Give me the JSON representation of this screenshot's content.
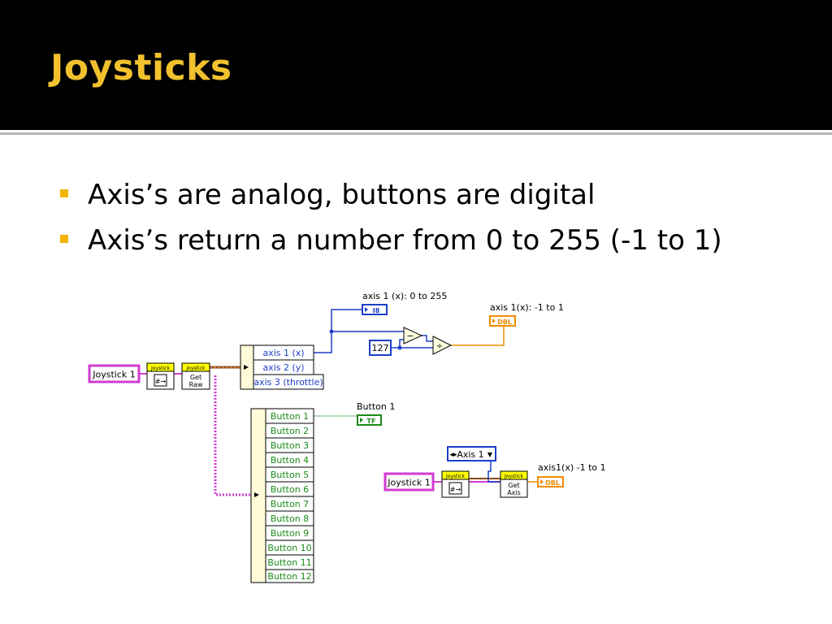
{
  "title": "Joysticks",
  "bullets": [
    "Axis’s are analog, buttons are digital",
    "Axis’s return a number from 0 to 255 (-1 to 1)"
  ],
  "diagram": {
    "joystick_const": "Joystick 1",
    "joystick_type_label": "Joystick",
    "icon_glyph": "#→",
    "get_raw_label": "Get Raw",
    "get_raw_line1": "Get",
    "get_raw_line2": "Raw",
    "axes": [
      "axis 1 (x)",
      "axis 2 (y)",
      "axis 3 (throttle)"
    ],
    "buttons": [
      "Button 1",
      "Button 2",
      "Button 3",
      "Button 4",
      "Button 5",
      "Button 6",
      "Button 7",
      "Button 8",
      "Button 9",
      "Button 10",
      "Button 11",
      "Button 12"
    ],
    "raw_axis_label": "axis 1 (x):  0 to 255",
    "i8_label": "I8",
    "const_127": "127",
    "subtract_symbol": "−",
    "divide_symbol": "÷",
    "scaled_axis_label": "axis 1(x):  -1 to 1",
    "dbl_label": "DBL",
    "button1_indicator_label": "Button 1",
    "tf_label": "TF",
    "axis_ring_value": "Axis 1",
    "axis_ring_arrows": "◂▸",
    "axis_ring_caret": "▼",
    "get_axis_line1": "Get",
    "get_axis_line2": "Axis",
    "get_axis_out_label": "axis1(x)  -1 to 1",
    "colors": {
      "title": "#f2c12e",
      "bullet": "#f2b400",
      "refnum_wire": "#d23bd2",
      "integer_wire": "#1e3ec8",
      "double_wire": "#f08c00",
      "boolean_wire": "#1a8a1a",
      "cluster_bg": "#fffbd8"
    }
  }
}
